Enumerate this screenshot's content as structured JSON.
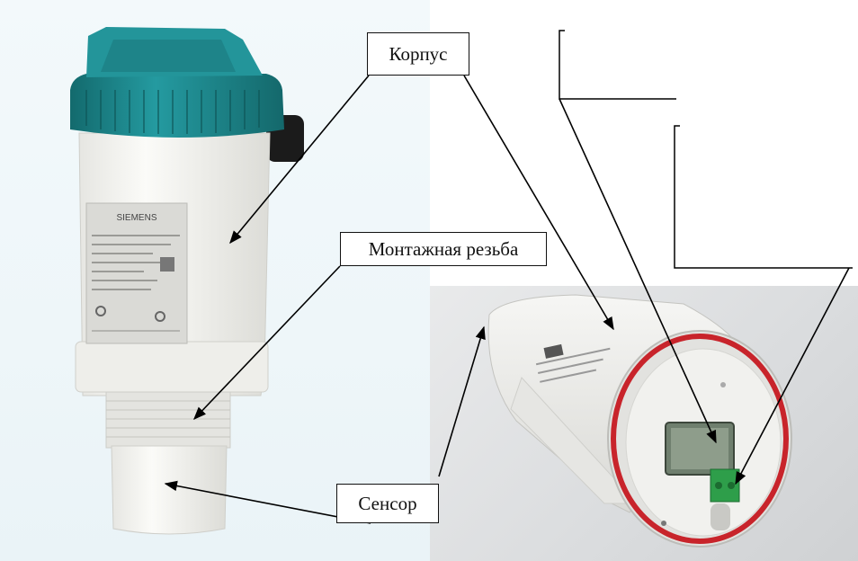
{
  "labels": {
    "housing": "Корпус",
    "mounting_thread": "Монтажная резьба",
    "sensor": "Сенсор"
  },
  "nameplate": {
    "brand": "SIEMENS"
  },
  "colors": {
    "cap": "#1e8c8f",
    "cap_dark": "#146b6e",
    "body": "#f4f4f1",
    "seal_ring": "#c8242b",
    "terminal": "#2e9e4a",
    "display": "#6f7f6e"
  }
}
